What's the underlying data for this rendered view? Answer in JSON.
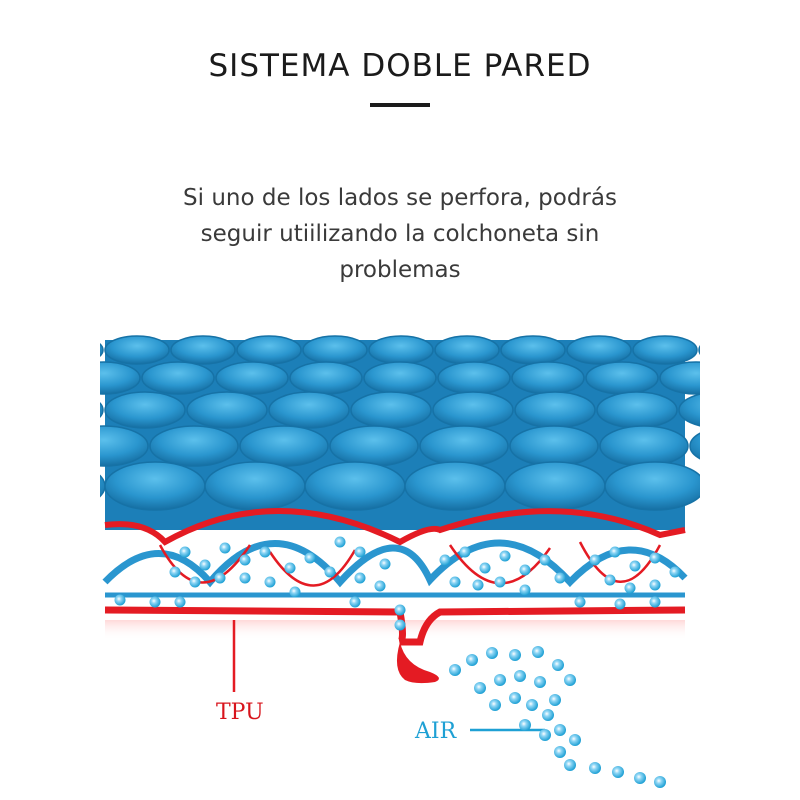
{
  "header": {
    "title": "SISTEMA DOBLE PARED"
  },
  "description": {
    "text": "Si uno de los lados se perfora, podrás seguir utiilizando la colchoneta sin problemas"
  },
  "illustration": {
    "labels": {
      "tpu": "TPU",
      "air": "AIR"
    },
    "colors": {
      "mattress_blue": "#2a96cf",
      "mattress_shadow": "#1672a6",
      "tpu_red": "#e41b23",
      "air_dot": "#27a8e0",
      "text_dark": "#1b1b1b"
    }
  }
}
